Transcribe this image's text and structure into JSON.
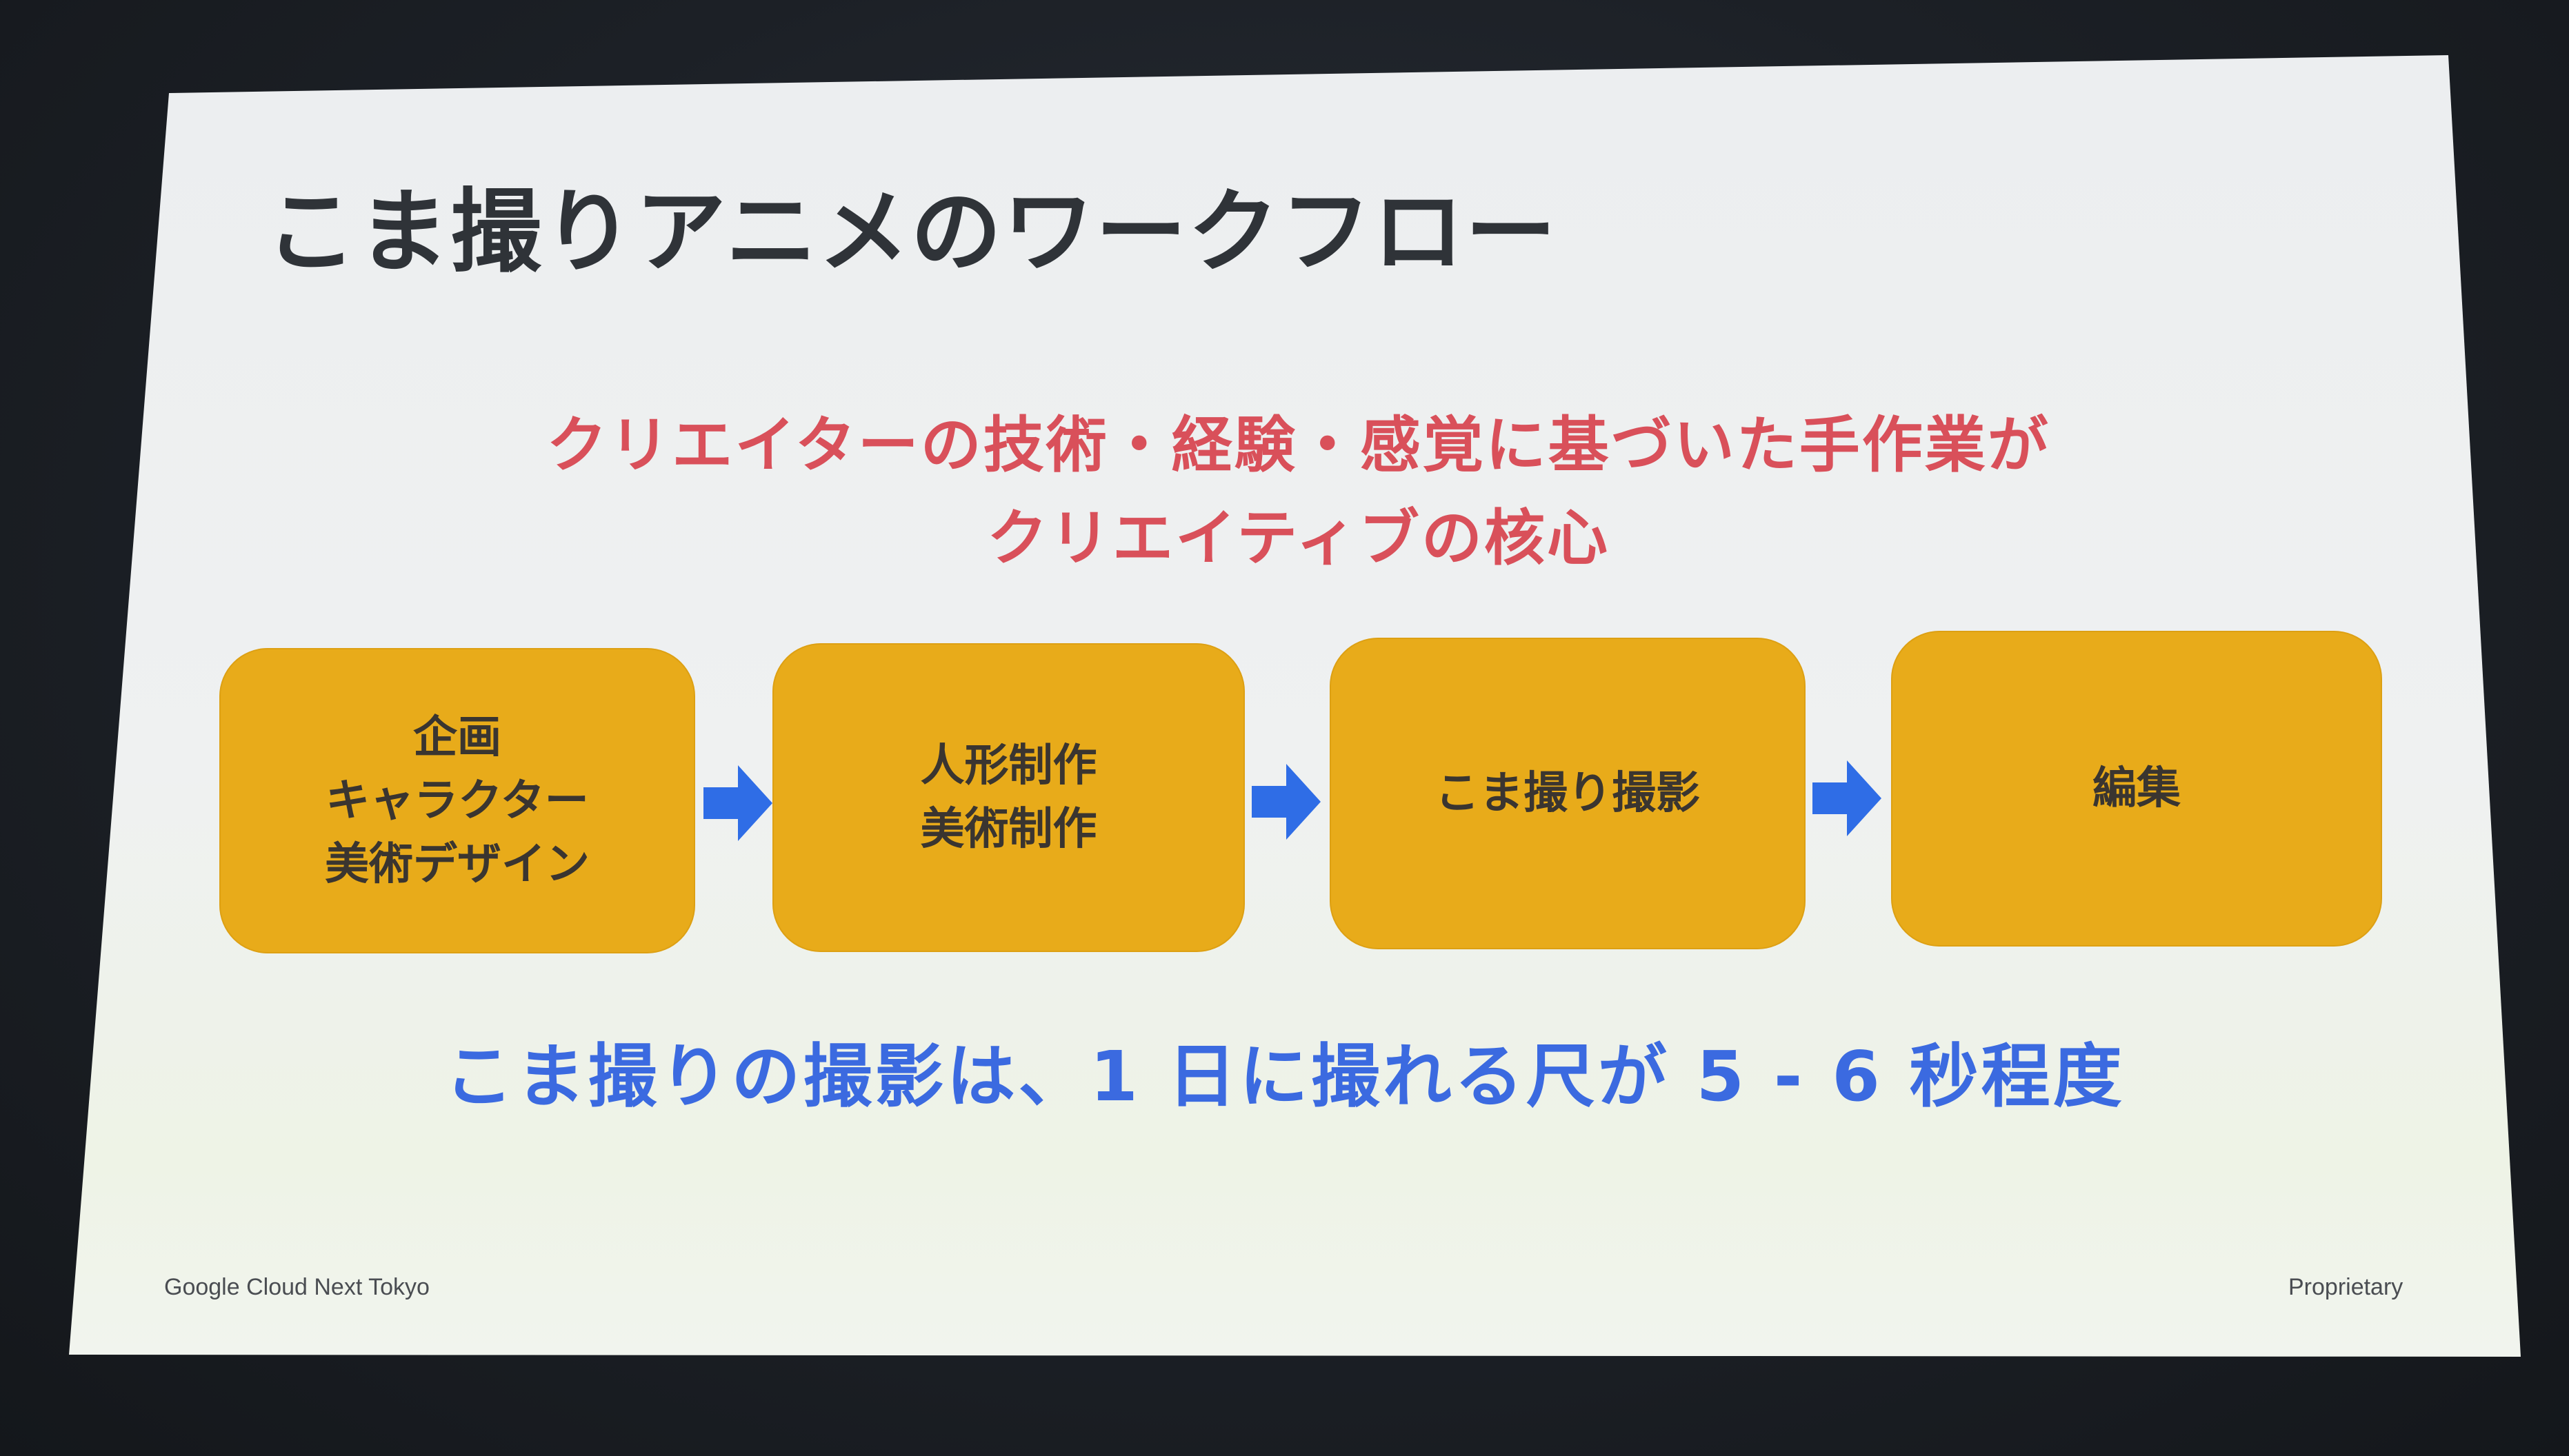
{
  "slide": {
    "title": "こま撮りアニメのワークフロー",
    "headline_line1": "クリエイターの技術・経験・感覚に基づいた手作業が",
    "headline_line2": "クリエイティブの核心",
    "steps": [
      {
        "lines": [
          "企画",
          "キャラクター",
          "美術デザイン"
        ]
      },
      {
        "lines": [
          "人形制作",
          "美術制作"
        ]
      },
      {
        "lines": [
          "こま撮り撮影"
        ]
      },
      {
        "lines": [
          "編集"
        ]
      }
    ],
    "summary": "こま撮りの撮影は、1 日に撮れる尺が 5 - 6 秒程度",
    "footer_left": "Google Cloud Next Tokyo",
    "footer_right": "Proprietary"
  },
  "colors": {
    "box": "#e8ab1a",
    "arrow": "#2f6de6",
    "headline": "#d9505a",
    "summary": "#3b6ae0"
  },
  "icons": [
    "arrow-right-icon"
  ]
}
